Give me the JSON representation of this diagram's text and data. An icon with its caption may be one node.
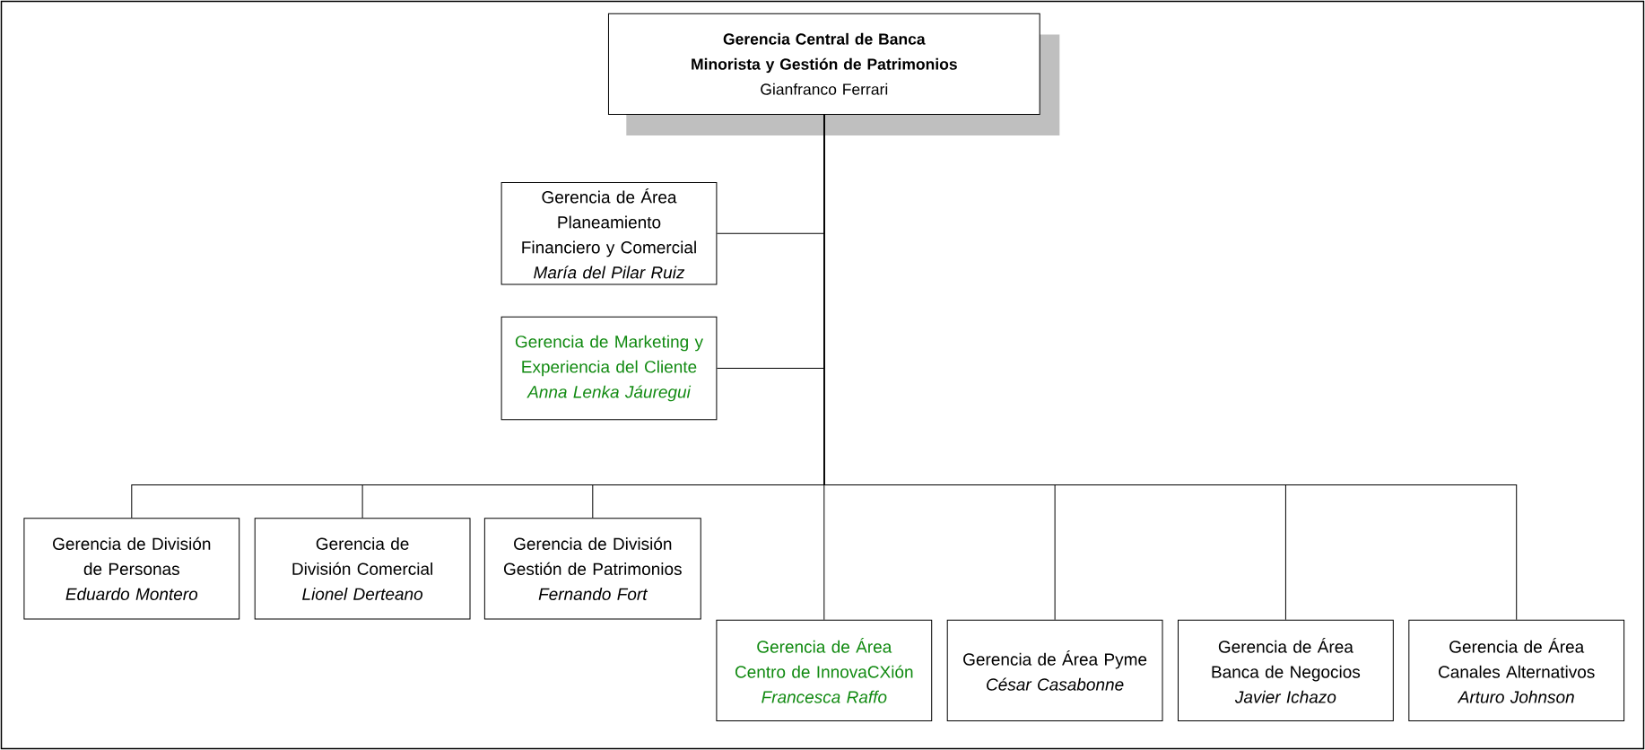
{
  "diagram": {
    "nodes": [
      {
        "text": [
          "Gerencia Central de Banca Minorista y Gestión de Patrimonios",
          "Gianfranco Ferrari"
        ]
      },
      {
        "text": [
          "Gerencia de Área Planeamiento Financiero y Comercial",
          "María del Pilar Ruiz"
        ]
      },
      {
        "text": [
          "Gerencia de Marketing y Experiencia del Cliente",
          "Anna Lenka Jáuregui"
        ]
      },
      {
        "text": [
          "Gerencia de División de Personas",
          "Eduardo Montero"
        ]
      },
      {
        "text": [
          "Gerencia de División Comercial",
          "Lionel Derteano"
        ]
      },
      {
        "text": [
          "Gerencia de División Gestión de Patrimonios",
          "Fernando Fort"
        ]
      },
      {
        "text": [
          "Gerencia de Área Centro de InnovaCXión",
          "Francesca Raffo"
        ]
      },
      {
        "text": [
          "Gerencia de Área Pyme",
          "César Casabonne"
        ]
      },
      {
        "text": [
          "Gerencia de Área Banca de Negocios",
          "Javier Ichazo"
        ]
      },
      {
        "text": [
          "Gerencia de Área Canales Alternativos",
          "Arturo Johnson"
        ]
      }
    ],
    "edges": [
      {
        "from": 0,
        "to": 1,
        "arrow": "none"
      },
      {
        "from": 0,
        "to": 2,
        "arrow": "none"
      },
      {
        "from": 0,
        "to": 3,
        "arrow": "none"
      },
      {
        "from": 0,
        "to": 4,
        "arrow": "none"
      },
      {
        "from": 0,
        "to": 5,
        "arrow": "none"
      },
      {
        "from": 0,
        "to": 6,
        "arrow": "none"
      },
      {
        "from": 0,
        "to": 7,
        "arrow": "none"
      },
      {
        "from": 0,
        "to": 8,
        "arrow": "none"
      },
      {
        "from": 0,
        "to": 9,
        "arrow": "none"
      }
    ]
  }
}
